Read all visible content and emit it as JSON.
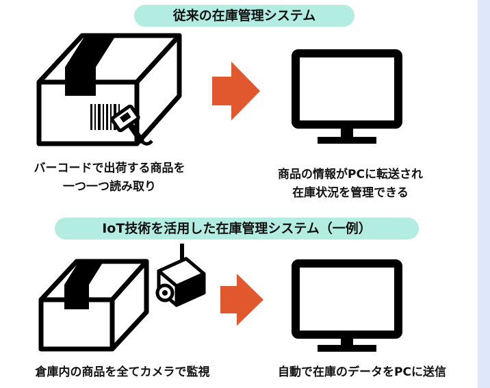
{
  "section1": {
    "title": "従来の在庫管理システム",
    "left_caption_line1": "バーコードで出荷する商品を",
    "left_caption_line2": "一つ一つ読み取り",
    "right_caption_line1": "商品の情報がPCに転送され",
    "right_caption_line2": "在庫状況を管理できる"
  },
  "section2": {
    "title": "IoT技術を活用した在庫管理システム（一例）",
    "left_caption": "倉庫内の商品を全てカメラで監視",
    "right_caption": "自動で在庫のデータをPCに送信"
  },
  "colors": {
    "banner": "#b3ece1",
    "arrow": "#e2582e",
    "ink": "#000000"
  }
}
